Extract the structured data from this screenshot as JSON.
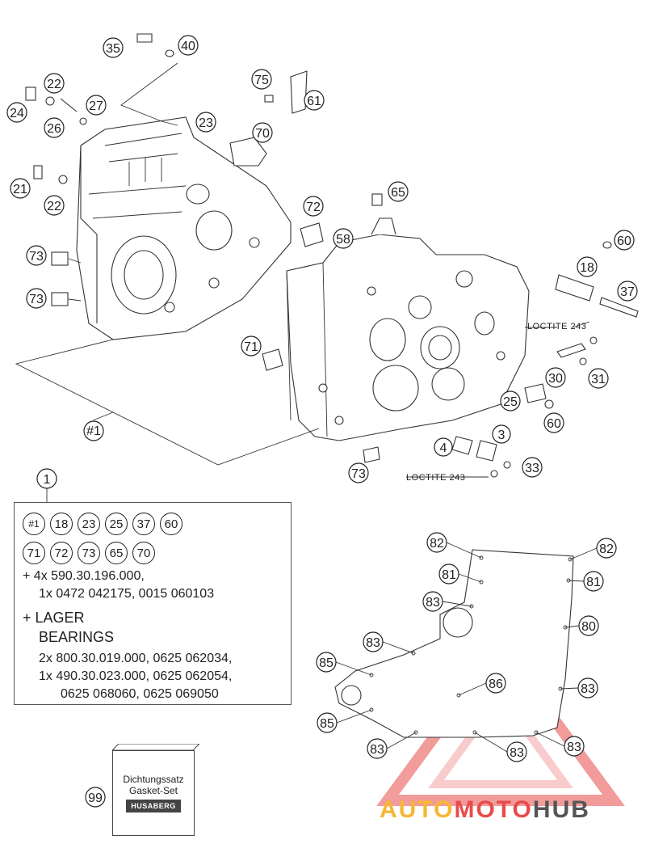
{
  "diagram": {
    "callouts": [
      {
        "label": "35"
      },
      {
        "label": "40"
      },
      {
        "label": "22"
      },
      {
        "label": "24"
      },
      {
        "label": "27"
      },
      {
        "label": "26"
      },
      {
        "label": "23"
      },
      {
        "label": "75"
      },
      {
        "label": "61"
      },
      {
        "label": "70"
      },
      {
        "label": "21"
      },
      {
        "label": "22"
      },
      {
        "label": "72"
      },
      {
        "label": "65"
      },
      {
        "label": "58"
      },
      {
        "label": "73"
      },
      {
        "label": "73"
      },
      {
        "label": "60"
      },
      {
        "label": "18"
      },
      {
        "label": "37"
      },
      {
        "label": "71"
      },
      {
        "label": "30"
      },
      {
        "label": "31"
      },
      {
        "label": "25"
      },
      {
        "label": "60"
      },
      {
        "label": "#1"
      },
      {
        "label": "3"
      },
      {
        "label": "4"
      },
      {
        "label": "33"
      },
      {
        "label": "73"
      },
      {
        "label": "1"
      }
    ],
    "loctite_labels": [
      "LOCTITE 243",
      "LOCTITE 243"
    ]
  },
  "kit": {
    "badges_row1": [
      "#1",
      "18",
      "23",
      "25",
      "37",
      "60"
    ],
    "badges_row2": [
      "71",
      "72",
      "73",
      "65",
      "70"
    ],
    "line1": "+ 4x 590.30.196.000,",
    "line2": "1x 0472 042175, 0015 060103",
    "line3": "+ LAGER",
    "line4": "BEARINGS",
    "line5": "2x 800.30.019.000, 0625 062034,",
    "line6": "1x 490.30.023.000, 0625 062054,",
    "line7": "0625 068060, 0625 069050"
  },
  "gasket_callouts": [
    {
      "label": "82"
    },
    {
      "label": "82"
    },
    {
      "label": "81"
    },
    {
      "label": "81"
    },
    {
      "label": "83"
    },
    {
      "label": "80"
    },
    {
      "label": "83"
    },
    {
      "label": "85"
    },
    {
      "label": "86"
    },
    {
      "label": "83"
    },
    {
      "label": "85"
    },
    {
      "label": "83"
    },
    {
      "label": "83"
    },
    {
      "label": "83"
    }
  ],
  "gasket_set": {
    "callout": "99",
    "title_de": "Dichtungssatz",
    "title_en": "Gasket-Set",
    "brand": "HUSABERG"
  },
  "watermark": {
    "part1": "AUTO",
    "part2": "MOTO",
    "part3": "HUB",
    "colors": {
      "auto": "#f7b733",
      "moto": "#e84b4b",
      "hub": "#555555"
    }
  }
}
